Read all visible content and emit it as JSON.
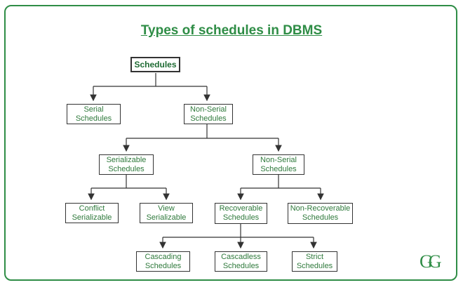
{
  "title": "Types of schedules in DBMS",
  "logo_text": "GG",
  "nodes": {
    "schedules": [
      "Schedules"
    ],
    "serial": [
      "Serial",
      "Schedules"
    ],
    "nonserial1": [
      "Non-Serial",
      "Schedules"
    ],
    "serializable": [
      "Serializable",
      "Schedules"
    ],
    "nonserial2": [
      "Non-Serial",
      "Schedules"
    ],
    "conflict": [
      "Conflict",
      "Serializable"
    ],
    "view": [
      "View",
      "Serializable"
    ],
    "recoverable": [
      "Recoverable",
      "Schedules"
    ],
    "nonrecoverable": [
      "Non-Recoverable",
      "Schedules"
    ],
    "cascading": [
      "Cascading",
      "Schedules"
    ],
    "cascadeless": [
      "Cascadless",
      "Schedules"
    ],
    "strict": [
      "Strict",
      "Schedules"
    ]
  },
  "colors": {
    "accent": "#2f8d46",
    "node_text": "#2f7a3c",
    "line": "#333333"
  }
}
